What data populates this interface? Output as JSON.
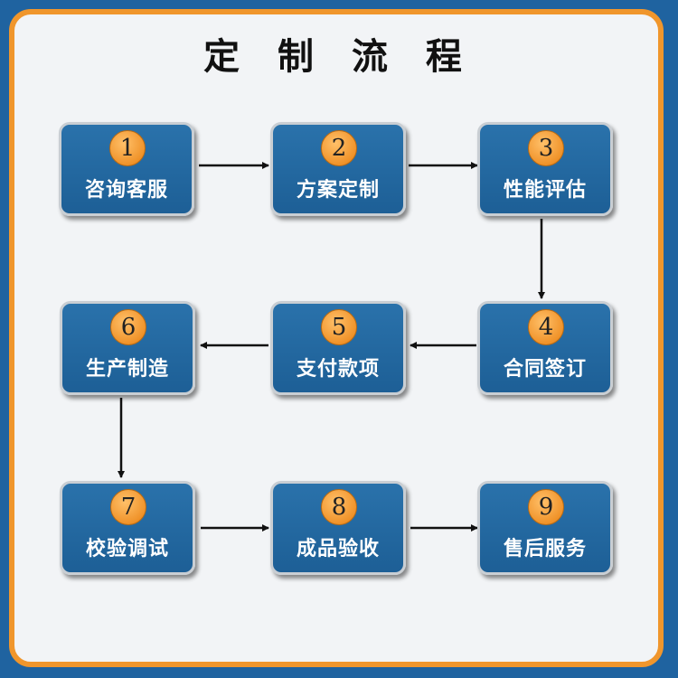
{
  "title": "定 制 流 程",
  "steps": [
    {
      "number": "1",
      "label": "咨询客服"
    },
    {
      "number": "2",
      "label": "方案定制"
    },
    {
      "number": "3",
      "label": "性能评估"
    },
    {
      "number": "4",
      "label": "合同签订"
    },
    {
      "number": "5",
      "label": "支付款项"
    },
    {
      "number": "6",
      "label": "生产制造"
    },
    {
      "number": "7",
      "label": "校验调试"
    },
    {
      "number": "8",
      "label": "成品验收"
    },
    {
      "number": "9",
      "label": "售后服务"
    }
  ],
  "colors": {
    "background": "#1f63a0",
    "frame_border": "#f0962c",
    "step_fill": "#1d5f96",
    "badge_fill": "#f0932a"
  }
}
